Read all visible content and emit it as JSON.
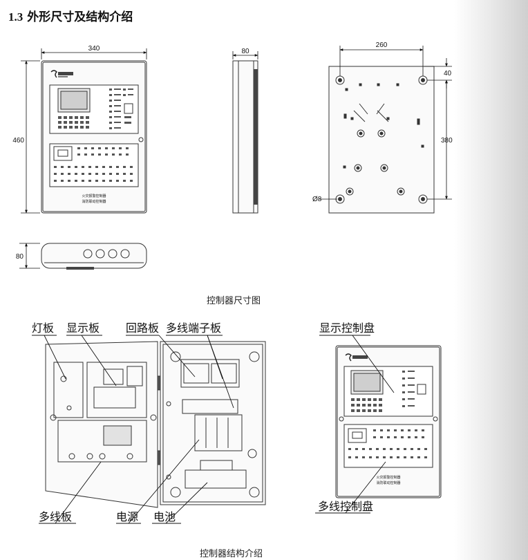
{
  "section": {
    "number": "1.3",
    "title": "外形尺寸及结构介绍"
  },
  "dimensions": {
    "front_width": "340",
    "front_height": "460",
    "side_depth": "80",
    "back_hole_spacing_x": "260",
    "back_top_offset": "40",
    "back_hole_spacing_y": "380",
    "hole_diameter": "Ø8",
    "bottom_depth": "80"
  },
  "panel_labels": {
    "line1": "火灾报警控制器",
    "line2": "消防联动控制器"
  },
  "captions": {
    "dimension_figure": "控制器尺寸图",
    "structure_figure": "控制器结构介绍"
  },
  "callouts": {
    "light_board": "灯板",
    "display_board": "显示板",
    "loop_board": "回路板",
    "multiline_terminal_board": "多线端子板",
    "multiline_board": "多线板",
    "power_supply": "电源",
    "battery": "电池",
    "display_control_panel": "显示控制盘",
    "multiline_control_panel": "多线控制盘"
  }
}
